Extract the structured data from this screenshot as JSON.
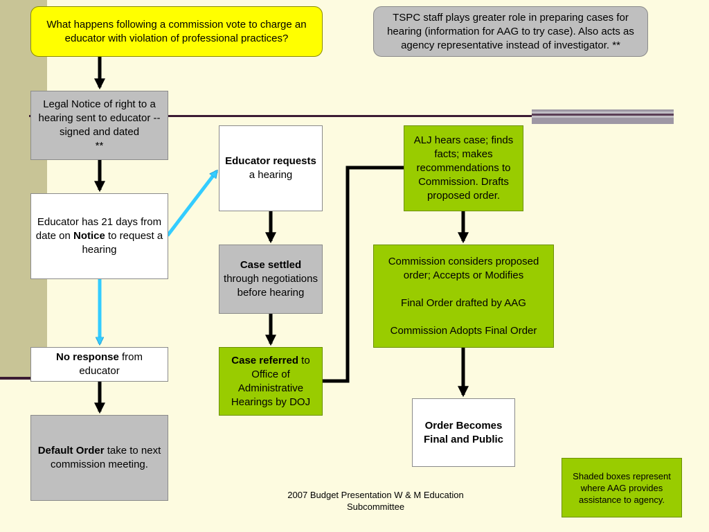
{
  "title_box": {
    "text": "What happens following a commission vote to charge an educator with violation of professional practices?"
  },
  "tspc_box": {
    "text": "TSPC staff plays greater role in preparing cases for hearing (information for AAG to try case).  Also acts as agency representative instead of investigator.  **"
  },
  "legal_notice": {
    "text": "Legal Notice of right to a hearing sent to educator -- signed and dated",
    "mark": "**"
  },
  "days_box": {
    "pre": "Educator has 21 days from date on ",
    "bold": "Notice",
    "post": " to request a hearing"
  },
  "no_response": {
    "bold": "No response",
    "post": " from educator"
  },
  "default_order": {
    "bold": "Default Order",
    "post": " take to next commission meeting."
  },
  "educator_requests": {
    "bold": "Educator requests",
    "post": " a hearing"
  },
  "case_settled": {
    "bold": "Case settled",
    "post": " through negotiations before hearing"
  },
  "case_referred": {
    "bold": "Case referred",
    "post": " to Office of Administrative Hearings by DOJ"
  },
  "alj_box": {
    "text": "ALJ hears case; finds facts; makes recommendations to Commission.  Drafts proposed order."
  },
  "commission_box": {
    "line1": "Commission considers proposed order; Accepts or Modifies",
    "line2": "Final Order drafted by AAG",
    "line3": "Commission Adopts Final Order"
  },
  "order_final": {
    "text": "Order Becomes Final and Public"
  },
  "legend": {
    "text": "Shaded boxes represent where AAG provides assistance to agency."
  },
  "footer": {
    "text": "2007 Budget Presentation W & M Education Subcommittee"
  },
  "colors": {
    "green": "#99CC00",
    "gray": "#BFBFBF",
    "yellow": "#FFFF00",
    "arrow_cyan": "#33CCFF",
    "background": "#FDFBE0"
  }
}
